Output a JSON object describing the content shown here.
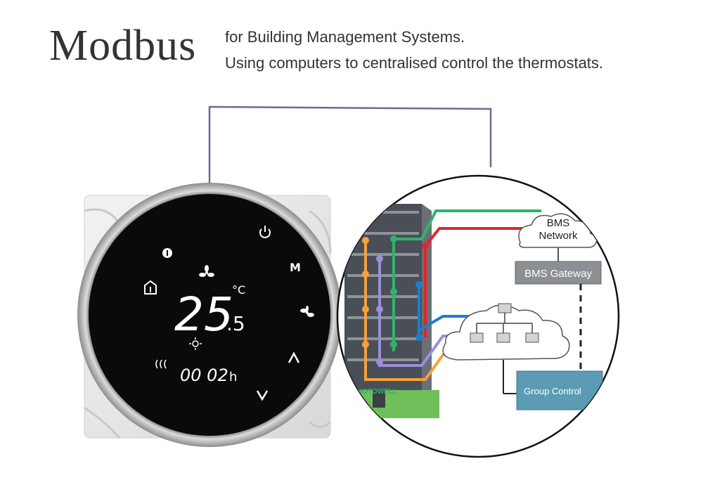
{
  "header": {
    "title": "Modbus",
    "line1": "for Building Management Systems.",
    "line2": "Using computers to centralised control the thermostats."
  },
  "thermostat": {
    "temp_main": "25",
    "temp_decimal": ".5",
    "temp_unit": "°C",
    "timer_value": "00 02",
    "timer_unit": "h",
    "icons": [
      "power-icon",
      "info-icon",
      "fan-icon",
      "home-icon",
      "mode-icon",
      "fan-speed-icon",
      "up-arrow-icon",
      "down-arrow-icon",
      "sun-icon",
      "heat-icon"
    ]
  },
  "diagram": {
    "bms_network": "BMS Network",
    "bms_gateway": "BMS Gateway",
    "group_control": "Group Control",
    "building_logo": "HOTOWELL",
    "wire_colors": {
      "orange": "#f5a13a",
      "purple": "#9b8fd6",
      "green": "#2fb36c",
      "red": "#e0262b",
      "blue": "#1a7fd1",
      "dark": "#555555"
    }
  }
}
